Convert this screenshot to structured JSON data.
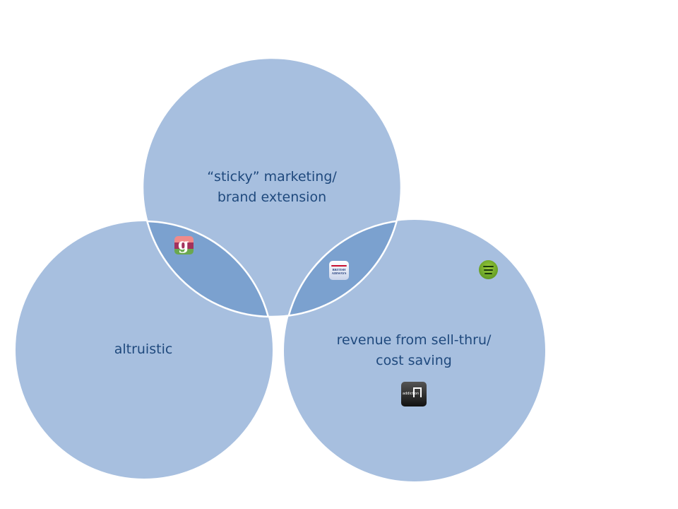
{
  "diagram": {
    "type": "venn",
    "colors": {
      "circle": "#a7bfdf",
      "overlap": "#7ba1cf",
      "outline": "#ffffff",
      "text": "#1f497d"
    },
    "sets": [
      {
        "id": "top",
        "label_line1": "“sticky” marketing/",
        "label_line2": "brand extension"
      },
      {
        "id": "left",
        "label": "altruistic"
      },
      {
        "id": "right",
        "label_line1": "revenue from sell-thru/",
        "label_line2": "cost saving"
      }
    ],
    "logos": [
      {
        "name": "guardian-app-logo",
        "region": "top-left overlap"
      },
      {
        "name": "british-airways-logo",
        "region": "top-right overlap",
        "lettering": "BRITISH AIRWAYS"
      },
      {
        "name": "spotify-logo",
        "region": "right"
      },
      {
        "name": "addictionlab-logo",
        "region": "right",
        "lettering": "addictionlab"
      }
    ]
  }
}
